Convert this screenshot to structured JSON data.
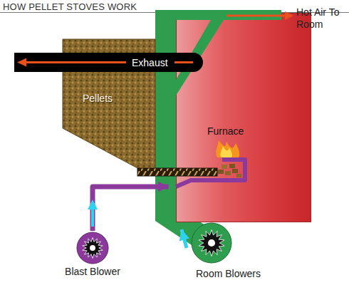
{
  "diagram": {
    "title": "HOW PELLET STOVES WORK",
    "nodes": [
      {
        "text": [
          "Exhaust"
        ]
      },
      {
        "text": [
          "Pellets"
        ]
      },
      {
        "text": [
          "Furnace"
        ]
      },
      {
        "text": [
          "Blast Blower"
        ]
      },
      {
        "text": [
          "Room Blowers"
        ]
      }
    ],
    "edges": [
      {
        "from": 3,
        "to": 2,
        "arrow": "to"
      },
      {
        "from": 4,
        "to": 2,
        "arrow": "to"
      }
    ],
    "labels": [
      "Hot Air To Room"
    ]
  }
}
